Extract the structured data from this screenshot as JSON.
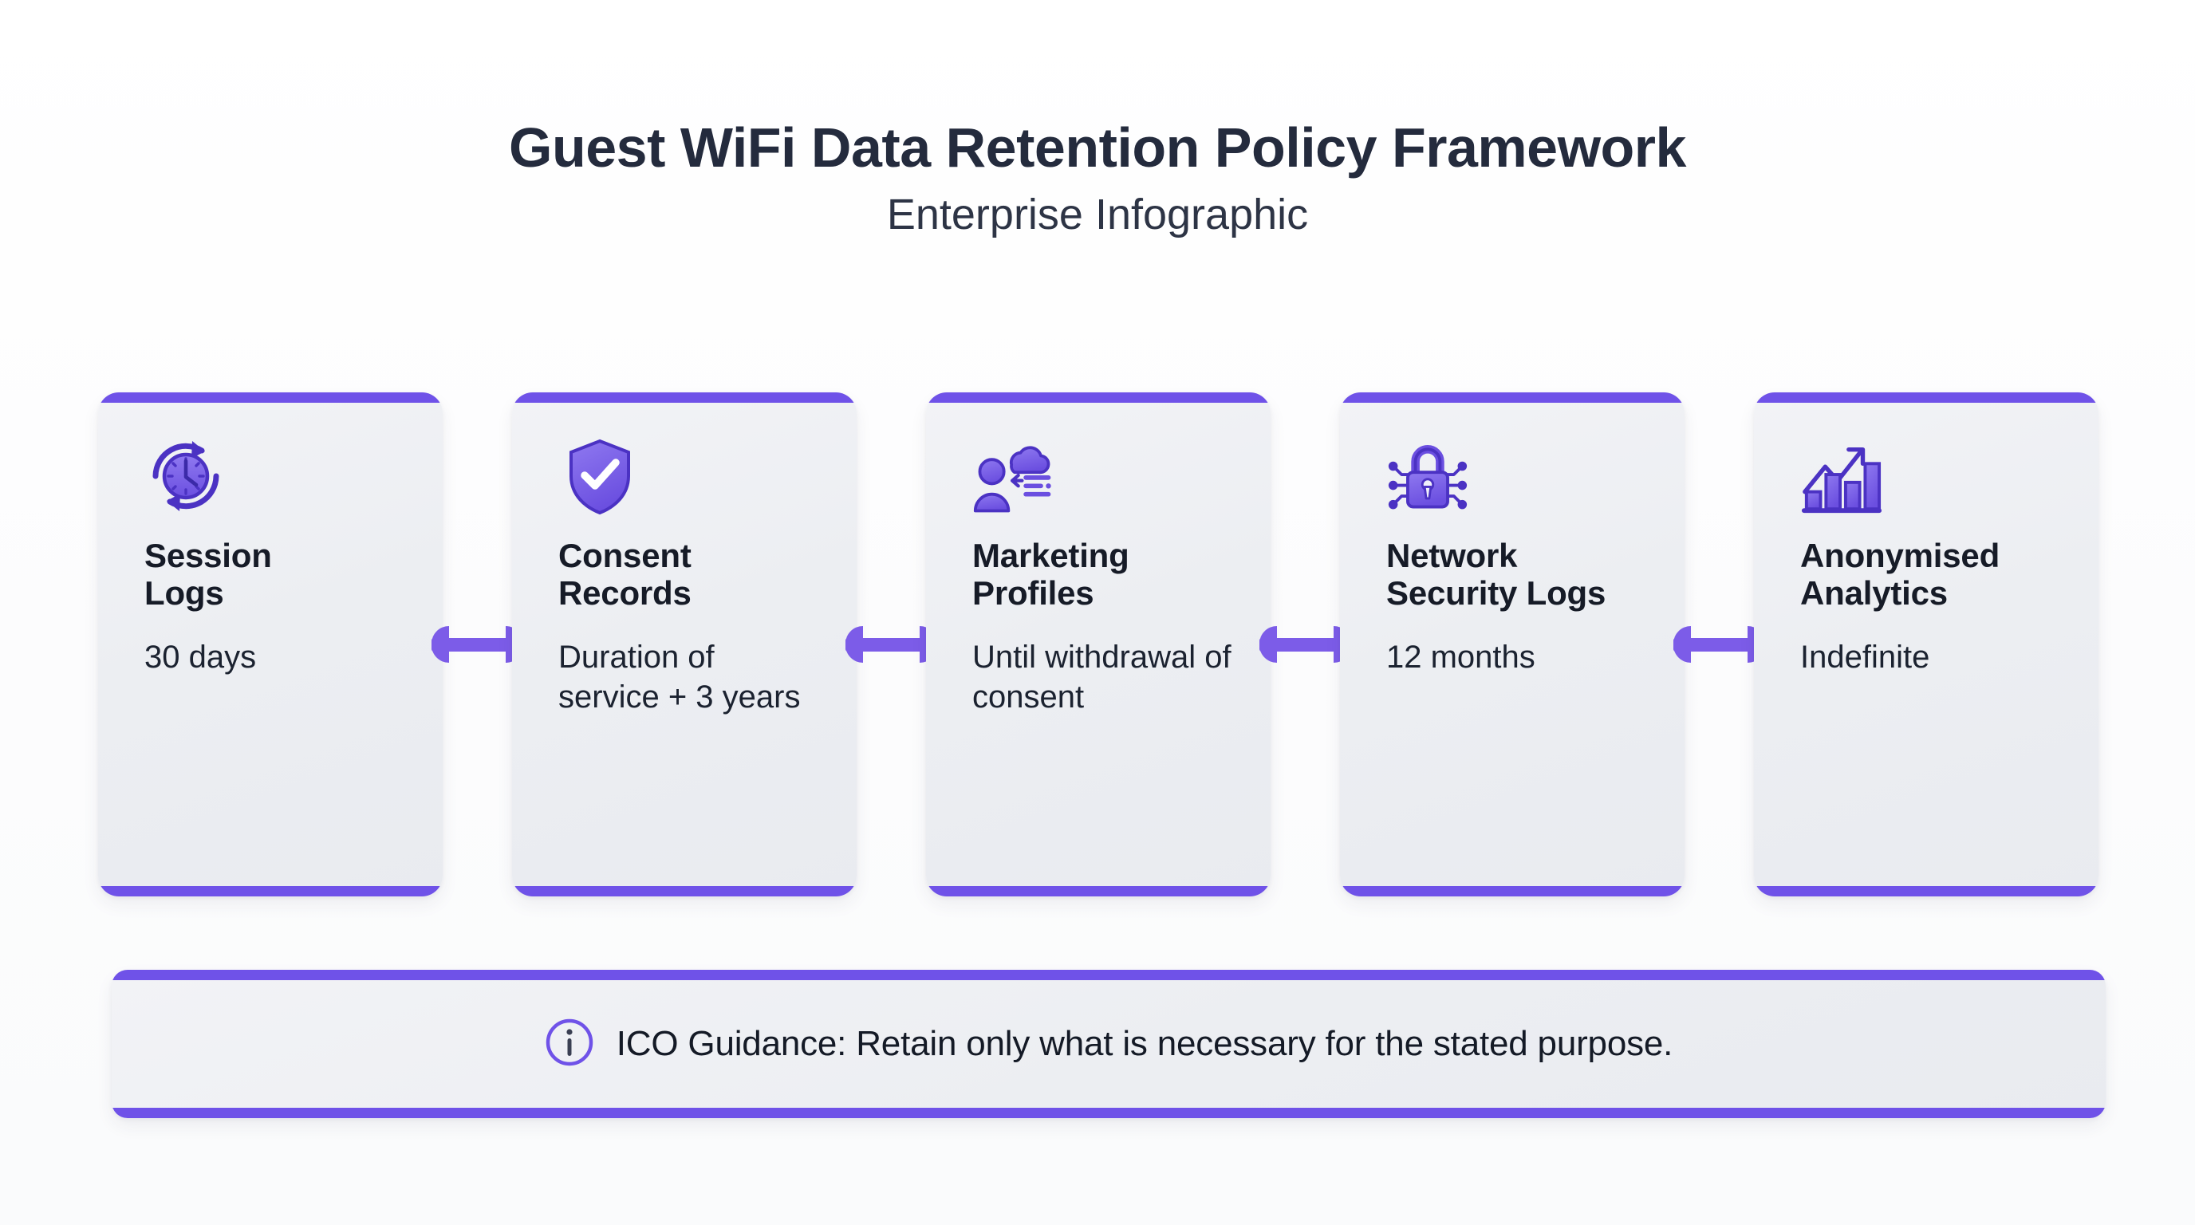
{
  "header": {
    "title": "Guest WiFi Data Retention Policy Framework",
    "subtitle": "Enterprise Infographic"
  },
  "theme": {
    "accent": "#6f52e8",
    "connector": "#7c5ce8",
    "card_bg": "#eceef2",
    "page_bg": "#fdfdfd",
    "title_color": "#242b3d",
    "body_color": "#1b2230"
  },
  "cards": [
    {
      "icon": "clock-refresh-icon",
      "title": "Session Logs",
      "title_line1": "Session",
      "title_line2": "Logs",
      "duration": "30 days"
    },
    {
      "icon": "shield-check-icon",
      "title": "Consent Records",
      "title_line1": "Consent",
      "title_line2": "Records",
      "duration": "Duration of service + 3 years"
    },
    {
      "icon": "user-cloud-data-icon",
      "title": "Marketing Profiles",
      "title_line1": "Marketing",
      "title_line2": "Profiles",
      "duration": "Until withdrawal of consent"
    },
    {
      "icon": "padlock-circuit-icon",
      "title": "Network Security Logs",
      "title_line1": "Network",
      "title_line2": "Security Logs",
      "duration": "12 months"
    },
    {
      "icon": "bar-chart-growth-icon",
      "title": "Anonymised Analytics",
      "title_line1": "Anonymised",
      "title_line2": "Analytics",
      "duration": "Indefinite"
    }
  ],
  "footer": {
    "icon": "info-circle-icon",
    "text": "ICO Guidance: Retain only what is necessary for the stated purpose."
  }
}
